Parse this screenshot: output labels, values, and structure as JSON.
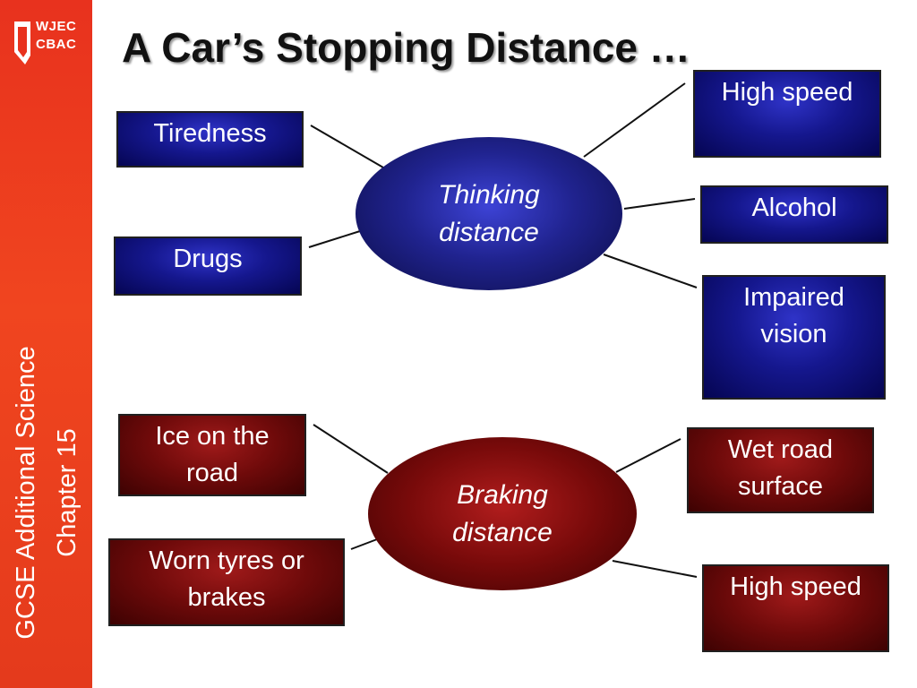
{
  "title": "A Car’s Stopping Distance …",
  "sidebar": {
    "logo_line1": "WJEC",
    "logo_line2": "CBAC",
    "course": "GCSE Additional Science",
    "chapter": "Chapter 15",
    "color": "#ee3f1f"
  },
  "thinking": {
    "center": "Thinking distance",
    "factors": {
      "tiredness": "Tiredness",
      "drugs": "Drugs",
      "high_speed": "High speed",
      "alcohol": "Alcohol",
      "impaired_vision": "Impaired vision"
    },
    "color": "#15178e"
  },
  "braking": {
    "center": "Braking distance",
    "factors": {
      "ice": "Ice on the road",
      "worn": "Worn tyres or brakes",
      "wet": "Wet road surface",
      "high_speed": "High speed"
    },
    "color": "#6e0a0a"
  }
}
